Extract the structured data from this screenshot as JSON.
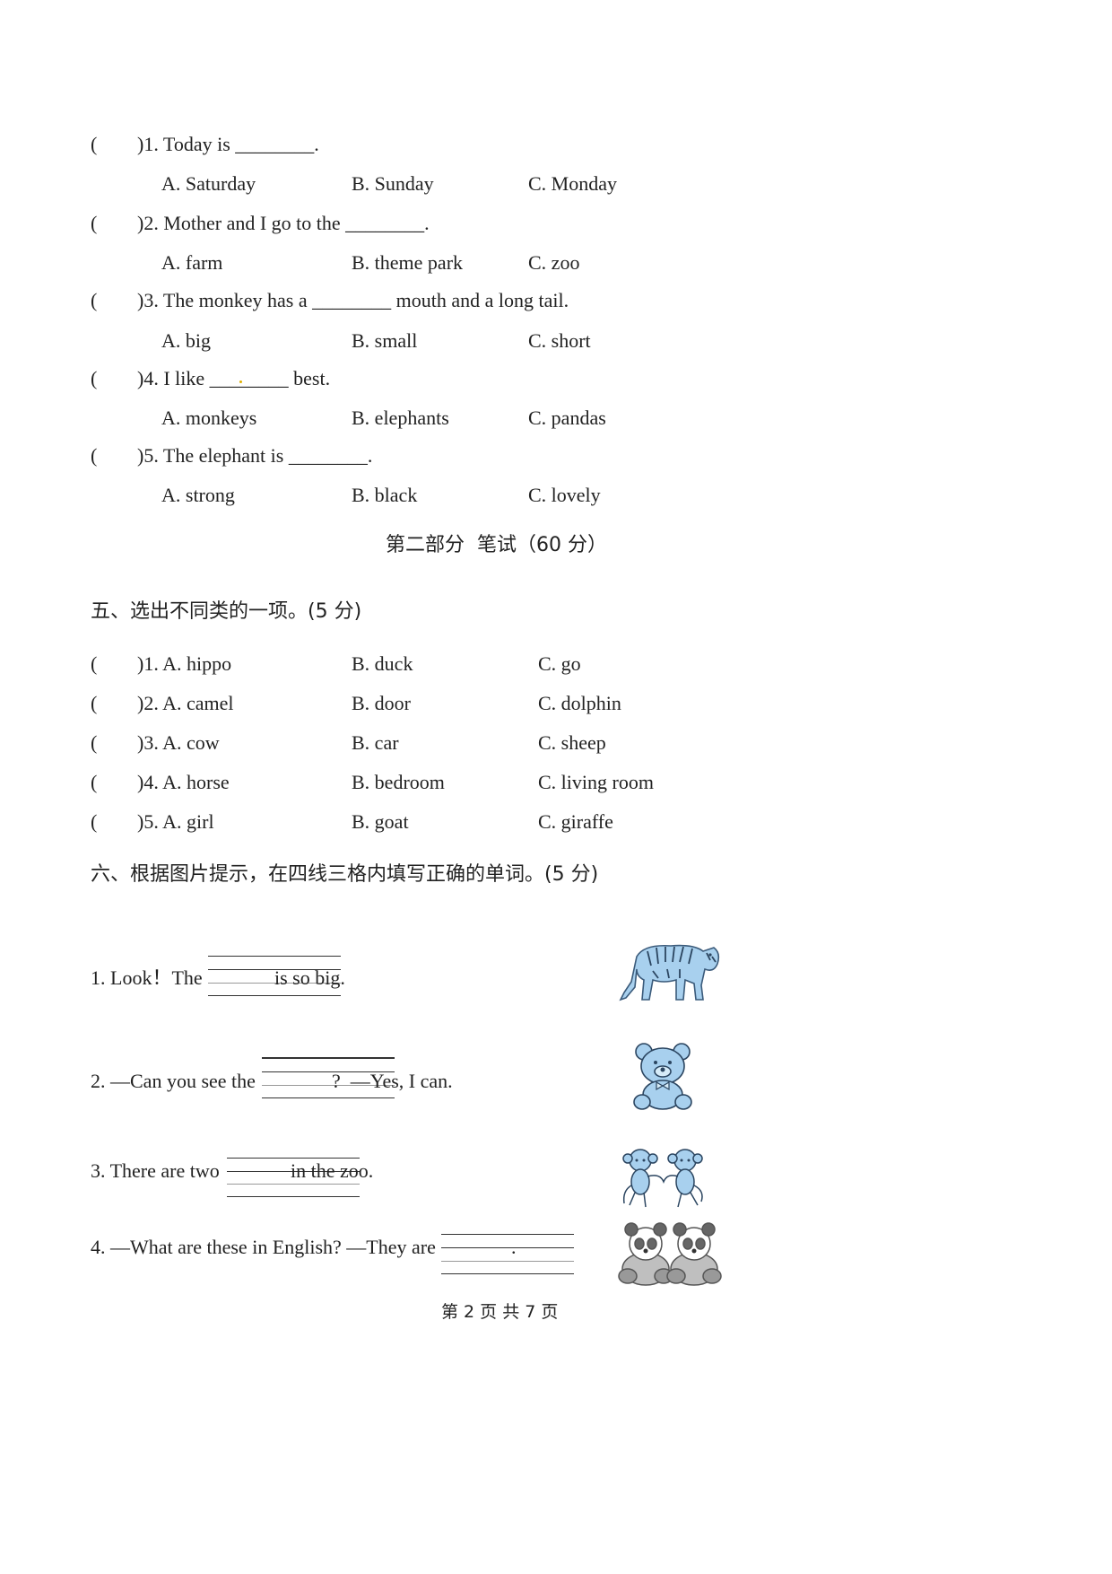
{
  "listening": {
    "questions": [
      {
        "num": ")1. Today is ________.",
        "a": "A. Saturday",
        "b": "B. Sunday",
        "c": "C. Monday"
      },
      {
        "num": ")2. Mother and I go to the ________.",
        "a": "A. farm",
        "b": "B. theme park",
        "c": "C. zoo"
      },
      {
        "num": ")3. The monkey has a ________ mouth and a long tail.",
        "a": "A. big",
        "b": "B. small",
        "c": "C. short"
      },
      {
        "num": ")4. I like ________ best.",
        "a": "A. monkeys",
        "b": "B. elephants",
        "c": "C. pandas"
      },
      {
        "num": ")5. The elephant is ________.",
        "a": "A. strong",
        "b": "B. black",
        "c": "C. lovely"
      }
    ]
  },
  "part2_title": "第二部分  笔试（60 分）",
  "section5": {
    "title": "五、选出不同类的一项。(5 分)",
    "rows": [
      {
        "a": ")1. A. hippo",
        "b": "B. duck",
        "c": "C. go"
      },
      {
        "a": ")2. A. camel",
        "b": "B. door",
        "c": "C. dolphin"
      },
      {
        "a": ")3. A. cow",
        "b": "B. car",
        "c": "C. sheep"
      },
      {
        "a": ")4. A. horse",
        "b": "B. bedroom",
        "c": "C. living room"
      },
      {
        "a": ")5. A. girl",
        "b": "B. goat",
        "c": "C. giraffe"
      }
    ]
  },
  "section6": {
    "title": "六、根据图片提示，在四线三格内填写正确的单词。(5 分)",
    "items": [
      {
        "before": "1. Look！The",
        "after": "is so big.",
        "pic": "tiger-picture"
      },
      {
        "before": "2. —Can you see the",
        "after": "?  —Yes, I can.",
        "pic": "teddy-bear-picture"
      },
      {
        "before": "3. There are two",
        "after": "in the zoo.",
        "pic": "monkeys-picture"
      },
      {
        "before": "4. —What are these in English? —They are",
        "after": ".",
        "pic": "pandas-picture"
      }
    ]
  },
  "paren_open": "(",
  "footer": "第 2 页 共 7 页"
}
